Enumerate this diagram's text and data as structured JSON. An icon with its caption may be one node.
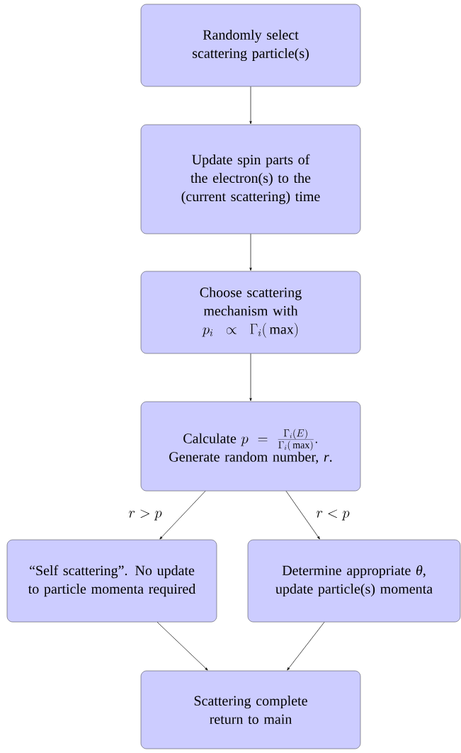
{
  "diagram": {
    "nodes": [
      {
        "text": [
          "Randomly select scattering particle(s)"
        ]
      },
      {
        "text": [
          "Update spin parts of the electron(s) to the (current scattering) time"
        ]
      },
      {
        "text": [
          "Choose scattering mechanism with",
          "p_i \\,\\propto\\, \\Gamma_i(\\,\\max)"
        ]
      },
      {
        "text": [
          "Calculate",
          "p = \\frac{\\Gamma_i(E)}{\\Gamma_i(\\,\\max)}.",
          "Generate random number, *r*."
        ]
      },
      {
        "text": [
          "“Self scattering”. No update to particle momenta required"
        ]
      },
      {
        "text": [
          "Determine appropriate *θ*, update particle(s) momenta"
        ]
      },
      {
        "text": [
          "Scattering complete return to main"
        ]
      }
    ],
    "edges": [
      {
        "from": 0,
        "to": 1,
        "arrow": "to"
      },
      {
        "from": 1,
        "to": 2,
        "arrow": "to"
      },
      {
        "from": 2,
        "to": 3,
        "arrow": "to"
      },
      {
        "from": 3,
        "to": 4,
        "arrow": "to",
        "label": "r > p"
      },
      {
        "from": 3,
        "to": 5,
        "arrow": "to",
        "label": "r < p"
      },
      {
        "from": 4,
        "to": 6,
        "arrow": "to"
      },
      {
        "from": 5,
        "to": 6,
        "arrow": "to"
      }
    ]
  }
}
